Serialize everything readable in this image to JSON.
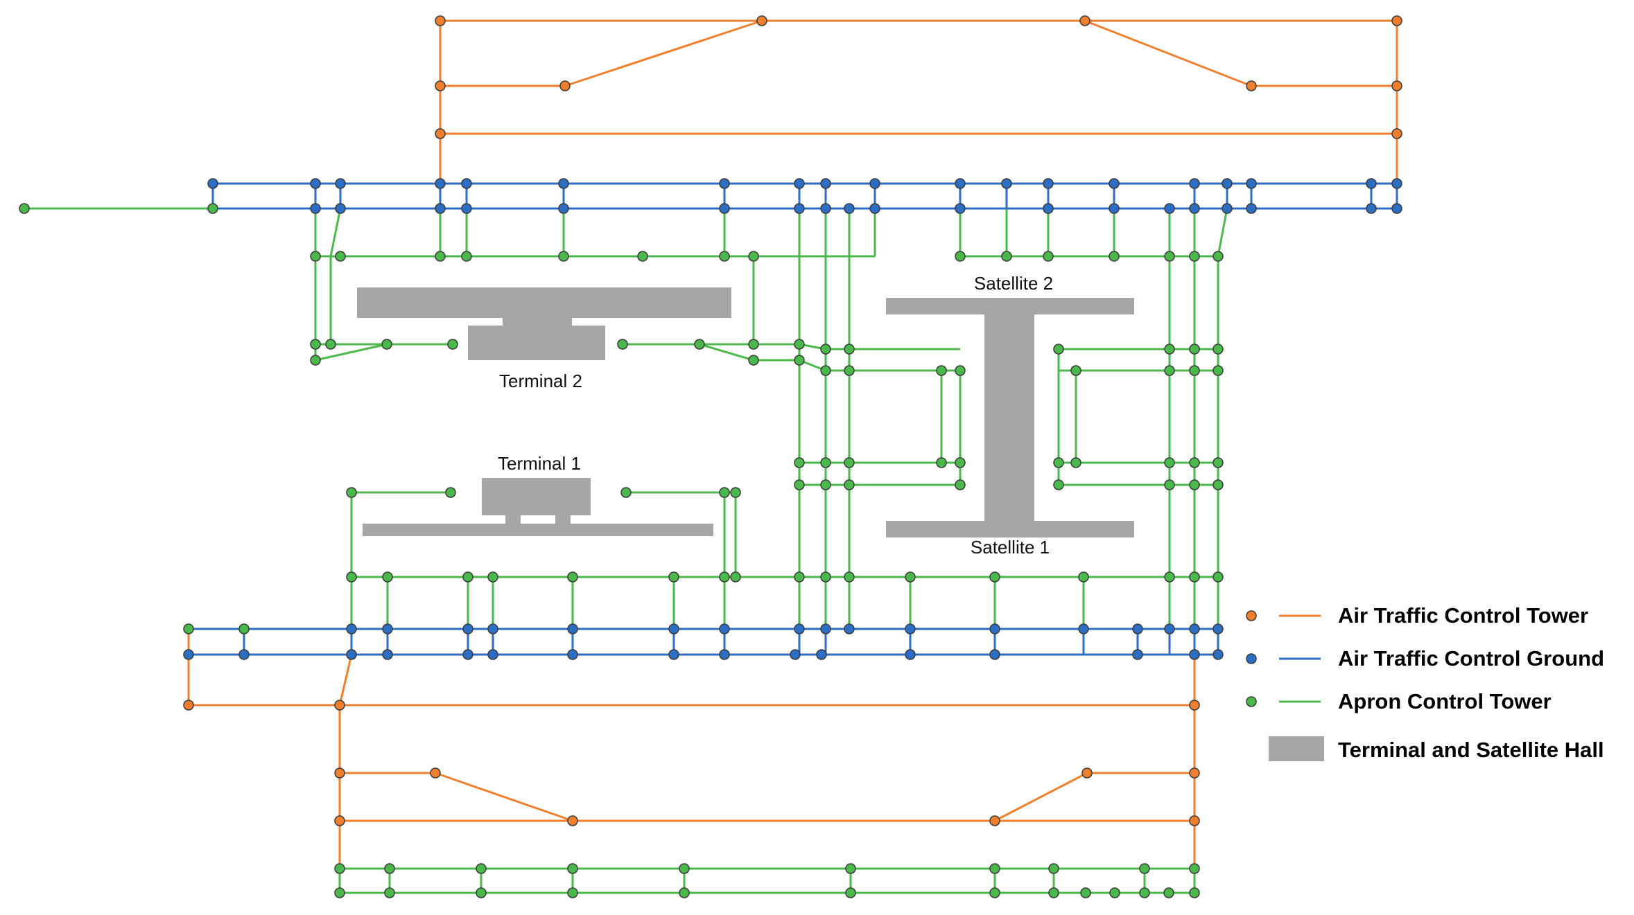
{
  "colors": {
    "tower": "#f07f2d",
    "ground": "#2c6ec4",
    "apron": "#4bb84b",
    "hall": "#a6a6a6",
    "node_stroke": "#3a3a3a"
  },
  "halls": {
    "terminal_2": "Terminal 2",
    "terminal_1": "Terminal 1",
    "satellite_2": "Satellite 2",
    "satellite_1": "Satellite 1"
  },
  "legend": [
    {
      "key": "tower",
      "label": "Air Traffic Control Tower",
      "kind": "line"
    },
    {
      "key": "ground",
      "label": "Air Traffic Control Ground",
      "kind": "line"
    },
    {
      "key": "apron",
      "label": "Apron Control Tower",
      "kind": "line"
    },
    {
      "key": "hall",
      "label": "Terminal and Satellite Hall",
      "kind": "box"
    }
  ]
}
